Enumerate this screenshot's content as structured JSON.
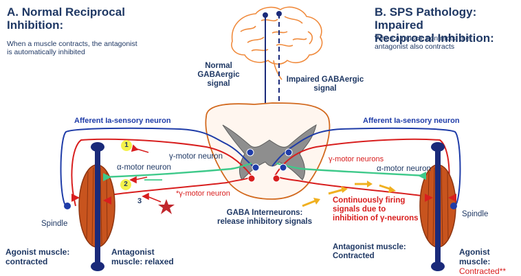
{
  "panel_a": {
    "title_line1": "A. Normal Reciprocal",
    "title_line2": "Inhibition:",
    "desc_line1": "When a muscle  contracts, the antagonist",
    "desc_line2": "is automatically inhibited"
  },
  "panel_b": {
    "title_line1": "B. SPS Pathology: Impaired",
    "title_line2": "Reciprocal Inhibition:",
    "desc_line1": "When a muscle contracts, the",
    "desc_line2": "antagonist also contracts"
  },
  "center": {
    "normal_signal_line1": "Normal GABAergic",
    "normal_signal_line2": "signal",
    "impaired_signal_line1": "Impaired GABAergic",
    "impaired_signal_line2": "signal",
    "interneurons_line1": "GABA Interneurons:",
    "interneurons_line2": "release inhibitory signals"
  },
  "left": {
    "afferent": "Afferent Ia-sensory neuron",
    "gamma_motor": "γ-motor neuron",
    "alpha_motor": "α-motor neuron",
    "gamma_motor_red": "*γ-motor neuron",
    "spindle": "Spindle",
    "agonist_line1": "Agonist muscle:",
    "agonist_line2": "contracted",
    "antagonist_line1": "Antagonist",
    "antagonist_line2": "muscle: relaxed",
    "step1": "1",
    "step2": "2",
    "step3": "3"
  },
  "right": {
    "afferent": "Afferent Ia-sensory neuron",
    "gamma_motor": "γ-motor neurons",
    "alpha_motor": "α-motor neuron",
    "firing_line1": "Continuously firing",
    "firing_line2": "signals due to",
    "firing_line3": "inhibition of γ-neurons",
    "spindle": "Spindle",
    "antagonist_line1": "Antagonist muscle:",
    "antagonist_line2": "Contracted",
    "agonist_line1": "Agonist muscle:",
    "agonist_line2": "Contracted**"
  },
  "colors": {
    "afferent": "#1f3ca8",
    "motor": "#d81e1e",
    "alpha": "#3ec98a",
    "muscle": "#c8541e",
    "brain": "#f08a3c",
    "firing": "#f0b020",
    "bone": "#1a2a7a"
  }
}
